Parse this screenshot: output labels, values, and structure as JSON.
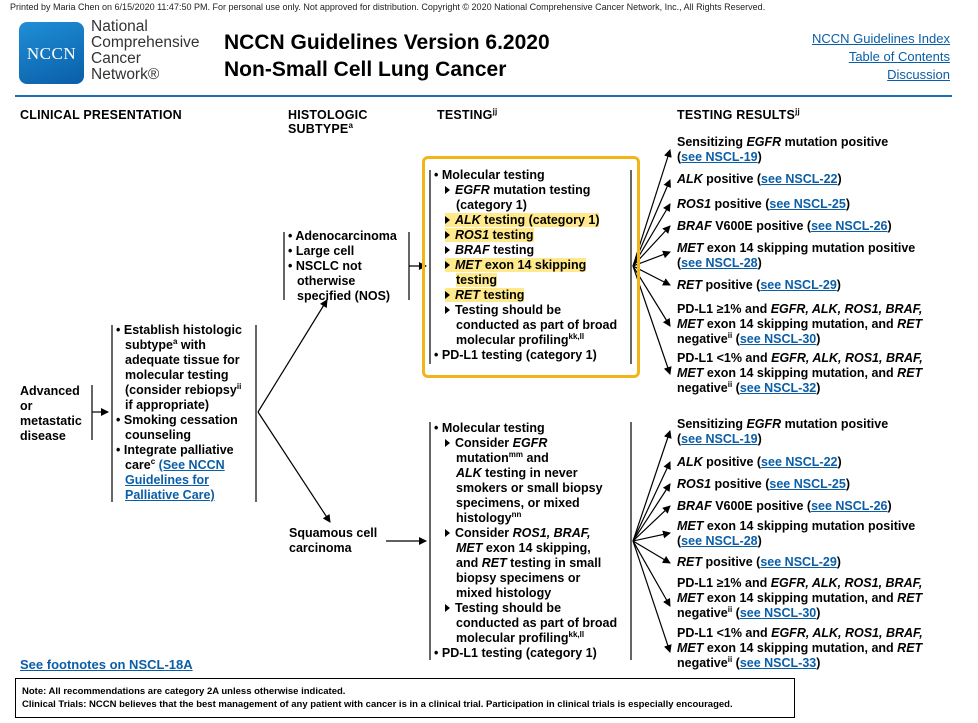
{
  "printed_line": "Printed by Maria Chen on 6/15/2020 11:47:50 PM. For personal use only. Not approved for distribution. Copyright © 2020 National Comprehensive Cancer Network, Inc., All Rights Reserved.",
  "logo": {
    "text": "NCCN",
    "org_lines": [
      "National",
      "Comprehensive",
      "Cancer",
      "Network®"
    ]
  },
  "title": {
    "line1": "NCCN Guidelines Version 6.2020",
    "line2": "Non-Small Cell Lung Cancer"
  },
  "nav_links": [
    "NCCN Guidelines Index",
    "Table of Contents",
    "Discussion"
  ],
  "columns": {
    "clinical": "CLINICAL PRESENTATION",
    "histologic_1": "HISTOLOGIC",
    "histologic_2": "SUBTYPE",
    "histologic_sup": "a",
    "testing": "TESTING",
    "testing_sup": "jj",
    "results": "TESTING RESULTS",
    "results_sup": "jj"
  },
  "clinical_presentation": [
    "Advanced",
    "or",
    "metastatic",
    "disease"
  ],
  "establish": {
    "b1_l1": "Establish histologic",
    "b1_l2": "subtype",
    "b1_l2_sup": "a",
    "b1_l2_rest": " with",
    "b1_l3": "adequate tissue for",
    "b1_l4": "molecular testing",
    "b1_l5": "(consider rebiopsy",
    "b1_l5_sup": "ii",
    "b1_l6": "if appropriate)",
    "b2_l1": "Smoking cessation",
    "b2_l2": "counseling",
    "b3_l1": "Integrate palliative",
    "b3_l2": "care",
    "b3_l2_sup": "c",
    "b3_link_1": "(See NCCN",
    "b3_link_2": "Guidelines for",
    "b3_link_3": "Palliative Care)"
  },
  "subtype_adeno": [
    "Adenocarcinoma",
    "Large cell",
    "NSCLC not",
    "otherwise",
    "specified (NOS)"
  ],
  "subtype_squamous": [
    "Squamous cell",
    "carcinoma"
  ],
  "testing_adeno": {
    "molecular": "Molecular testing",
    "egfr_gene": "EGFR",
    "egfr_rest": " mutation testing",
    "egfr_cat": "(category 1)",
    "alk_gene": "ALK",
    "alk_rest": " testing (category 1)",
    "ros1_gene": "ROS1",
    "ros1_rest": " testing",
    "braf_gene": "BRAF",
    "braf_rest": " testing",
    "met_gene": "MET",
    "met_rest": " exon 14 skipping",
    "met_rest2": "testing",
    "ret_gene": "RET",
    "ret_rest": " testing",
    "broad_1": "Testing should be",
    "broad_2": "conducted as part of broad",
    "broad_3": "molecular profiling",
    "broad_sup": "kk,ll",
    "pdl1": "PD-L1 testing (category 1)"
  },
  "testing_squamous": {
    "molecular": "Molecular testing",
    "c1_l1": "Consider ",
    "c1_gene": "EGFR",
    "c1_l2": "mutation",
    "c1_l2_sup": "mm",
    "c1_l2_rest": " and",
    "c1_l3_gene": "ALK",
    "c1_l3_rest": " testing in never",
    "c1_l4": "smokers or small biopsy",
    "c1_l5": "specimens, or mixed",
    "c1_l6": "histology",
    "c1_l6_sup": "nn",
    "c2_l1": "Consider ",
    "c2_genes": "ROS1, BRAF,",
    "c2_l2_gene": "MET",
    "c2_l2_rest": " exon 14 skipping,",
    "c2_l3_pre": "and ",
    "c2_l3_gene": "RET",
    "c2_l3_rest": " testing in small",
    "c2_l4": "biopsy specimens or",
    "c2_l5": "mixed histology",
    "broad_1": "Testing should be",
    "broad_2": "conducted as part of broad",
    "broad_3": "molecular profiling",
    "broad_sup": "kk,ll",
    "pdl1": "PD-L1 testing (category 1)"
  },
  "results_adeno": {
    "egfr_pre": "Sensitizing ",
    "egfr_gene": "EGFR",
    "egfr_rest": " mutation positive",
    "egfr_link": "see NSCL-19",
    "alk_gene": "ALK",
    "alk_rest": " positive (",
    "alk_link": "see NSCL-22",
    "ros1_gene": "ROS1",
    "ros1_rest": " positive (",
    "ros1_link": "see NSCL-25",
    "braf_gene": "BRAF",
    "braf_rest": " V600E positive (",
    "braf_link": "see NSCL-26",
    "met_gene": "MET",
    "met_rest": " exon 14 skipping mutation positive",
    "met_link": "see NSCL-28",
    "ret_gene": "RET",
    "ret_rest": " positive (",
    "ret_link": "see NSCL-29",
    "pdhi_l1_pre": "PD-L1 ≥1% and ",
    "pdhi_l1_genes": "EGFR, ALK, ROS1, BRAF,",
    "pdhi_l2_gene": "MET",
    "pdhi_l2_rest": " exon 14 skipping mutation, and ",
    "pdhi_l2_gene2": "RET",
    "pdhi_l3": "negative",
    "pdhi_l3_sup": "ii",
    "pdhi_link": "see NSCL-30",
    "pdlo_l1_pre": "PD-L1 <1% and ",
    "pdlo_l1_genes": "EGFR, ALK, ROS1, BRAF,",
    "pdlo_l2_gene": "MET",
    "pdlo_l2_rest": " exon 14 skipping mutation, and ",
    "pdlo_l2_gene2": "RET",
    "pdlo_l3": "negative",
    "pdlo_l3_sup": "ii",
    "pdlo_link": "see NSCL-32"
  },
  "results_squamous": {
    "egfr_pre": "Sensitizing ",
    "egfr_gene": "EGFR",
    "egfr_rest": " mutation positive",
    "egfr_link": "see NSCL-19",
    "alk_gene": "ALK",
    "alk_rest": " positive (",
    "alk_link": "see NSCL-22",
    "ros1_gene": "ROS1",
    "ros1_rest": " positive (",
    "ros1_link": "see NSCL-25",
    "braf_gene": "BRAF",
    "braf_rest": " V600E positive (",
    "braf_link": "see NSCL-26",
    "met_gene": "MET",
    "met_rest": " exon 14 skipping mutation positive",
    "met_link": "see NSCL-28",
    "ret_gene": "RET",
    "ret_rest": " positive (",
    "ret_link": "see NSCL-29",
    "pdhi_l1_pre": "PD-L1 ≥1% and ",
    "pdhi_l1_genes": "EGFR, ALK, ROS1, BRAF,",
    "pdhi_l2_gene": "MET",
    "pdhi_l2_rest": " exon 14 skipping mutation, and ",
    "pdhi_l2_gene2": "RET",
    "pdhi_l3": "negative",
    "pdhi_l3_sup": "ii",
    "pdhi_link": "see NSCL-30",
    "pdlo_l1_pre": "PD-L1 <1% and ",
    "pdlo_l1_genes": "EGFR, ALK, ROS1, BRAF,",
    "pdlo_l2_gene": "MET",
    "pdlo_l2_rest": " exon 14 skipping mutation, and ",
    "pdlo_l2_gene2": "RET",
    "pdlo_l3": "negative",
    "pdlo_l3_sup": "ii",
    "pdlo_link": "see NSCL-33"
  },
  "footnotes_link": "See footnotes on NSCL-18A",
  "note_line1": "Note: All recommendations are category 2A unless otherwise indicated.",
  "note_line2": "Clinical Trials: NCCN believes that the best management of any patient with cancer is in a clinical trial. Participation in clinical trials is especially encouraged.",
  "colors": {
    "brand_blue": "#0a5ea8",
    "highlight_border": "#f2b518",
    "highlight_fill": "#ffe98a"
  }
}
